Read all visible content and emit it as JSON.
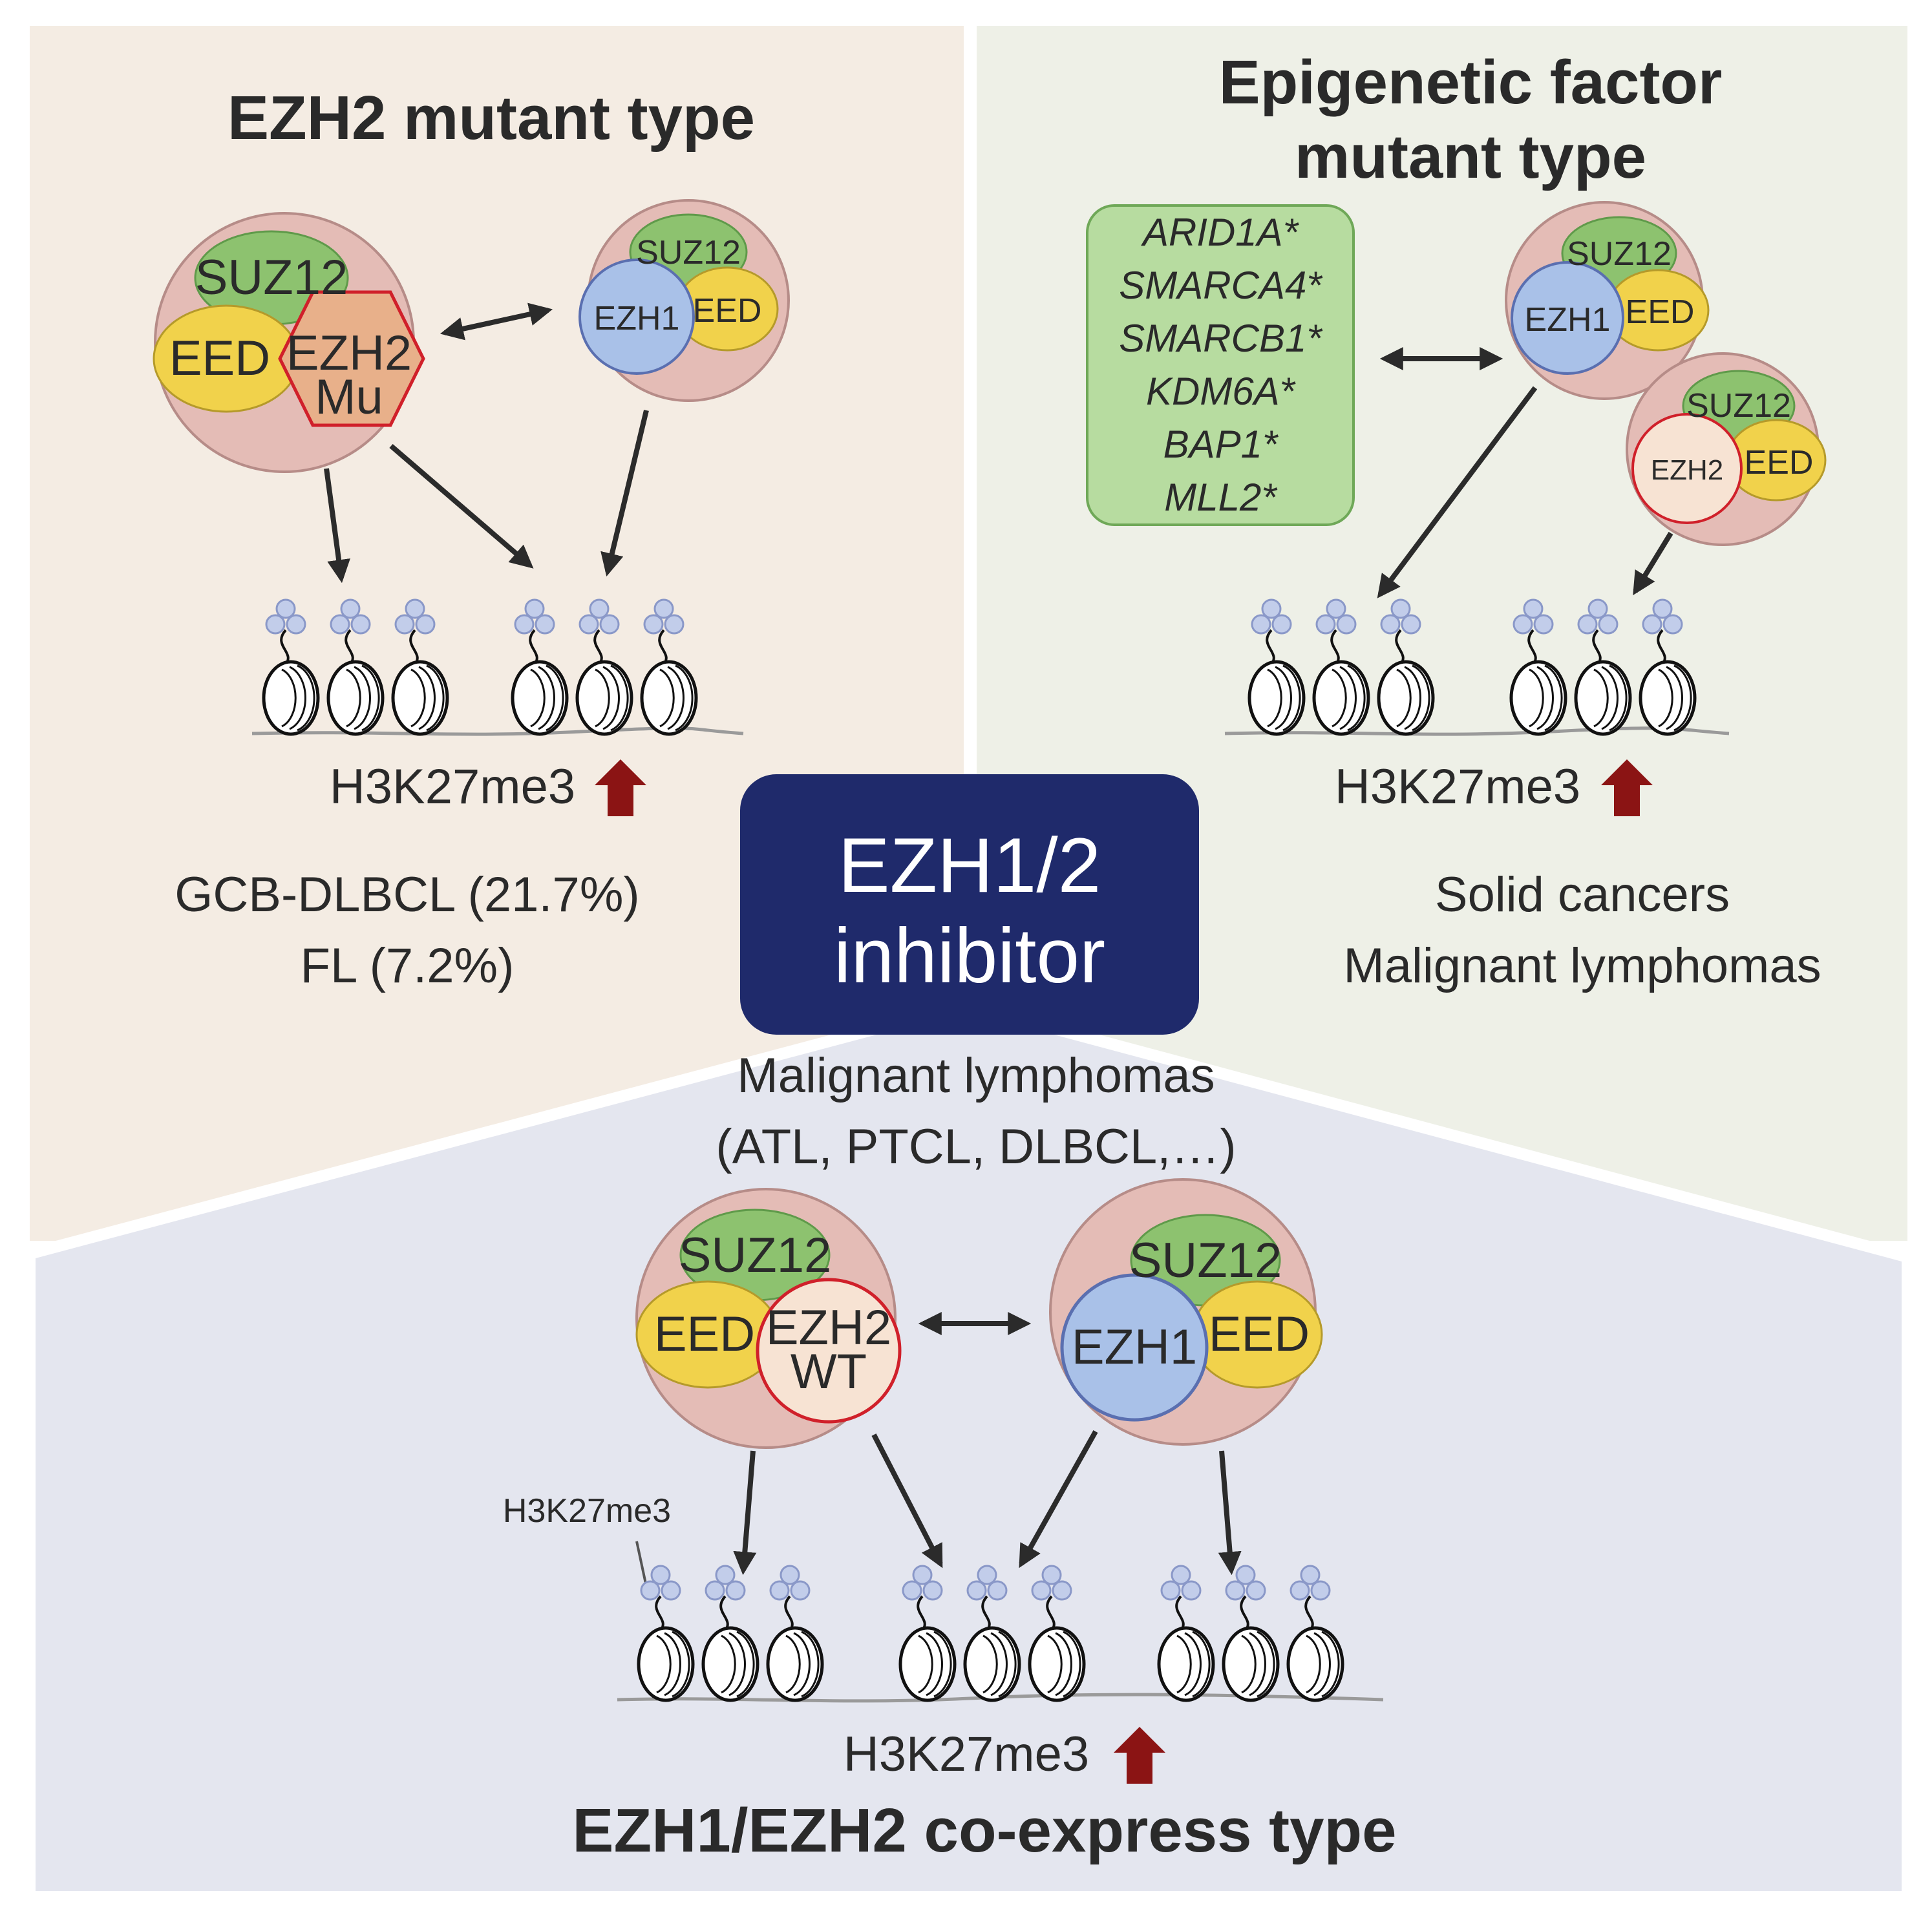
{
  "panels": {
    "top_left": {
      "title": "EZH2 mutant type",
      "complex_mutant": {
        "suz12": "SUZ12",
        "eed": "EED",
        "ezh2_line1": "EZH2",
        "ezh2_line2": "Mu"
      },
      "complex_ezh1": {
        "suz12": "SUZ12",
        "ezh1": "EZH1",
        "eed": "EED"
      },
      "mark_label": "H3K27me3",
      "disease_line1": "GCB-DLBCL (21.7%)",
      "disease_line2": "FL (7.2%)"
    },
    "top_right": {
      "title_line1": "Epigenetic factor",
      "title_line2": "mutant type",
      "mutations": [
        "ARID1A*",
        "SMARCA4*",
        "SMARCB1*",
        "KDM6A*",
        "BAP1*",
        "MLL2*"
      ],
      "complex_ezh1": {
        "suz12": "SUZ12",
        "ezh1": "EZH1",
        "eed": "EED"
      },
      "complex_ezh2": {
        "suz12": "SUZ12",
        "ezh2": "EZH2",
        "eed": "EED"
      },
      "mark_label": "H3K27me3",
      "disease_line1": "Solid cancers",
      "disease_line2": "Malignant lymphomas"
    },
    "bottom": {
      "disease_line1": "Malignant lymphomas",
      "disease_line2": "(ATL, PTCL, DLBCL,…)",
      "complex_ezh2wt": {
        "suz12": "SUZ12",
        "eed": "EED",
        "ezh2_line1": "EZH2",
        "ezh2_line2": "WT"
      },
      "complex_ezh1": {
        "suz12": "SUZ12",
        "ezh1": "EZH1",
        "eed": "EED"
      },
      "callout": "H3K27me3",
      "mark_label": "H3K27me3",
      "title": "EZH1/EZH2 co-express type"
    }
  },
  "center": {
    "line1": "EZH1/2",
    "line2": "inhibitor"
  },
  "colors": {
    "panel_left": "#f4ece3",
    "panel_right": "#eef0e7",
    "panel_bottom": "#e4e6ef",
    "hub": "#1f2a6b",
    "suz12": "#8dc26f",
    "eed": "#f1d24b",
    "ezh1": "#a9c1e8",
    "ezh2_mut": "#e8b08a",
    "ezh2_wt": "#f7e3d3",
    "complex_bg": "#e4bcb6",
    "mut_box": "#b7dca0",
    "up_arrow": "#8b1414",
    "arrow": "#2b2b2b"
  }
}
